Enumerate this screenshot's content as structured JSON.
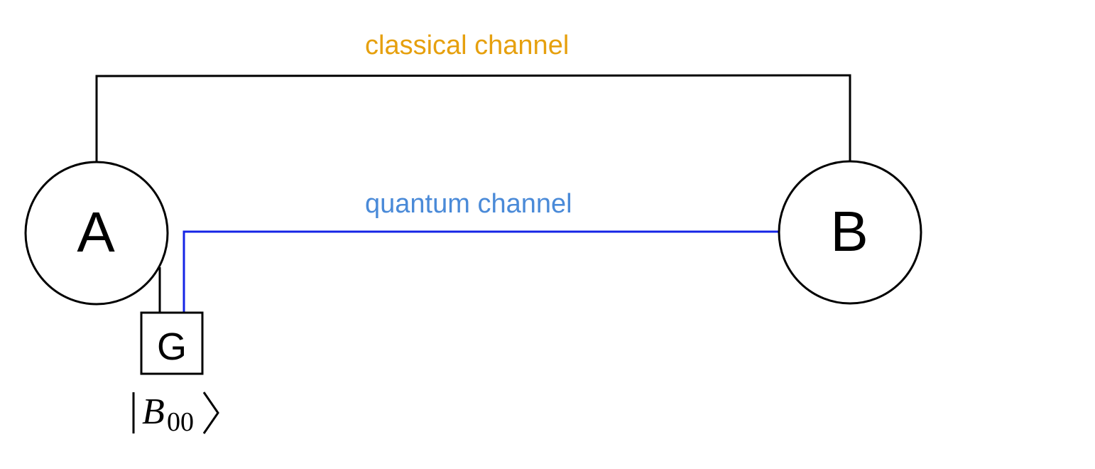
{
  "nodes": {
    "a_label": "A",
    "b_label": "B",
    "generator_label": "G"
  },
  "channels": {
    "classical_label": "classical channel",
    "quantum_label": "quantum channel"
  },
  "state": {
    "symbol": "B",
    "subscript": "00"
  },
  "colors": {
    "classical_text": "#e6a00e",
    "quantum_text": "#4a8ad8",
    "quantum_line": "#1524e6",
    "stroke": "#000000",
    "background": "#ffffff"
  }
}
